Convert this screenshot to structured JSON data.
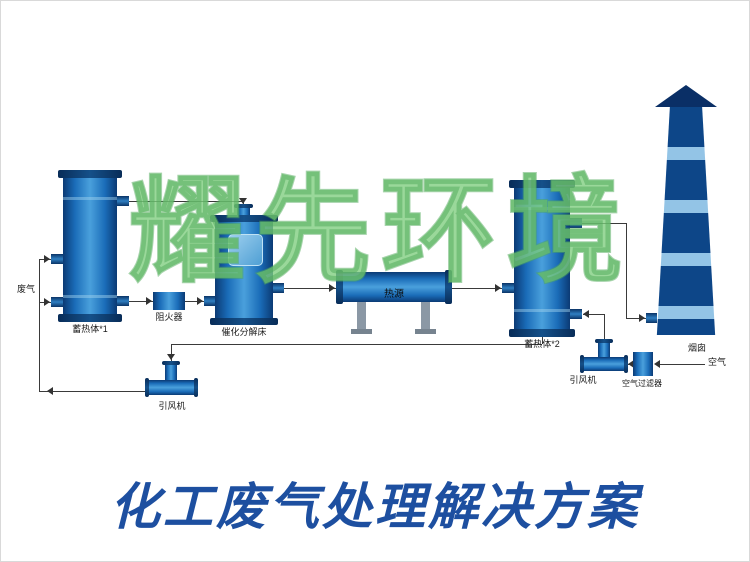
{
  "watermark": {
    "text": "耀先环境"
  },
  "title": {
    "text": "化工废气处理解决方案"
  },
  "diagram": {
    "waste_gas_label": "废气",
    "regenerator1_label": "蓄热体*1",
    "flame_arrester_label": "阻火器",
    "catalytic_bed_label": "催化分解床",
    "heat_source_label": "热源",
    "regenerator2_label": "蓄热体*2",
    "chimney_label": "烟囱",
    "fan_left_label": "引风机",
    "fan_right_label": "引风机",
    "air_filter_label": "空气过滤器",
    "air_label": "空气"
  },
  "colors": {
    "vessel_dark": "#0b3a74",
    "vessel_mid": "#1a6cb8",
    "vessel_light": "#4aa0dc",
    "chimney_dark": "#0d4688",
    "chimney_stripe": "#93c4e6",
    "title_blue": "#1d4fa0",
    "watermark_green": "#7dcd7d",
    "line_color": "#3a3a3a",
    "leg_gray": "#8b98a5"
  }
}
